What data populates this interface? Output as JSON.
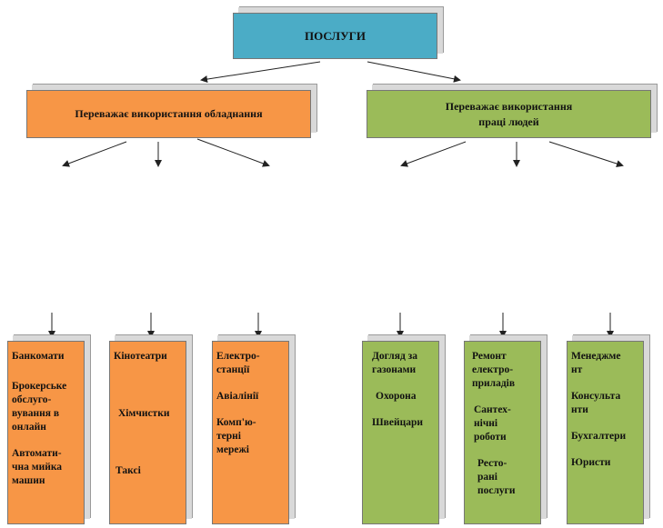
{
  "root": {
    "label": "ПОСЛУГИ"
  },
  "categories": [
    {
      "label": "Переважає використання обладнання"
    },
    {
      "label": "Переважає використання\nпраці людей"
    }
  ],
  "columns": [
    {
      "items": [
        "Банкомати",
        "Брокерське\nобслуго-\nвування в\nонлайн",
        "Автомати-\nчна мийка\nмашин"
      ]
    },
    {
      "items": [
        "Кінотеатри",
        "Хімчистки",
        "Таксі"
      ]
    },
    {
      "items": [
        "Електро-\nстанції",
        "Авіалінії",
        "Комп'ю-\nтерні\nмережі"
      ]
    },
    {
      "items": [
        "Догляд за\nгазонами",
        "Охорона",
        "Швейцари"
      ]
    },
    {
      "items": [
        "Ремонт\nелектро-\nприладів",
        "Сантех-\nнічні\nроботи",
        "Ресто-\nрані\nпослуги"
      ]
    },
    {
      "items": [
        "Менеджме\nнт",
        "Консульта\nнти",
        "Бухгалтери",
        "Юристи"
      ]
    }
  ],
  "colors": {
    "root": "#4bacc6",
    "equipment": "#f79646",
    "people": "#9bbb59"
  }
}
